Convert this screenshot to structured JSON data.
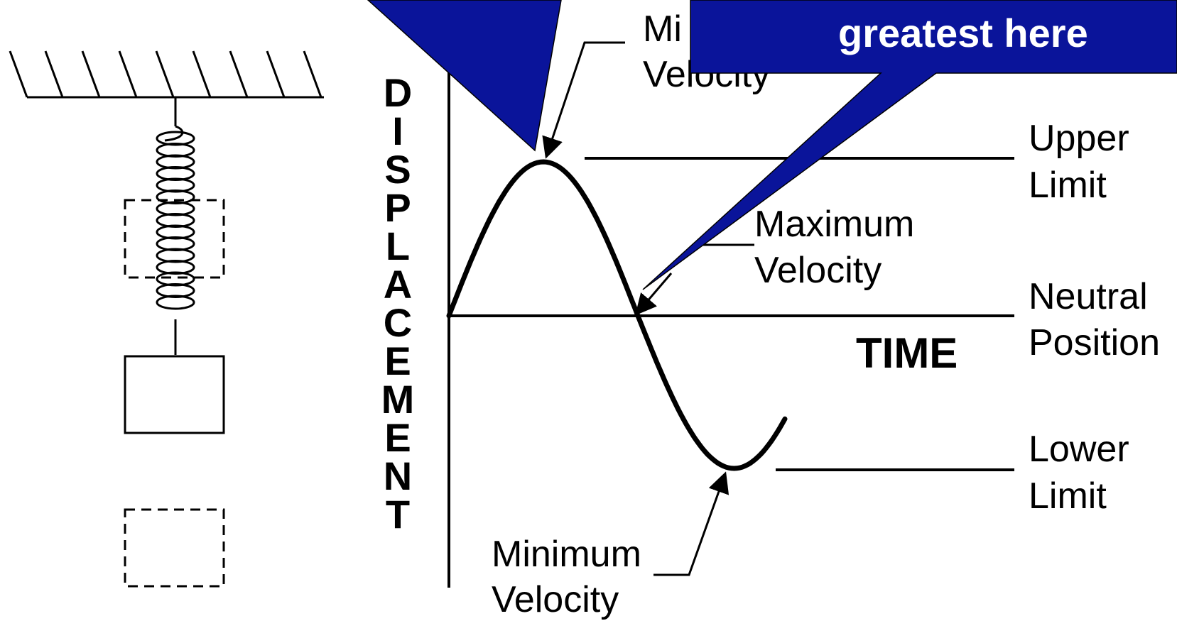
{
  "colors": {
    "callout_fill": "#0a149a",
    "callout_stroke": "#000000",
    "line": "#000000",
    "background": "#ffffff"
  },
  "callouts": {
    "right_text_partial": "greatest here"
  },
  "axis": {
    "y_label_letters": [
      "D",
      "I",
      "S",
      "P",
      "L",
      "A",
      "C",
      "E",
      "M",
      "E",
      "N",
      "T"
    ],
    "x_label": "TIME"
  },
  "labels": {
    "top_min_velocity_l1": "Mi",
    "top_min_velocity_l2": "Velocity",
    "upper_limit_l1": "Upper",
    "upper_limit_l2": "Limit",
    "max_velocity_l1": "Maximum",
    "max_velocity_l2": "Velocity",
    "neutral_l1": "Neutral",
    "neutral_l2": "Position",
    "lower_limit_l1": "Lower",
    "lower_limit_l2": "Limit",
    "bottom_min_velocity_l1": "Minimum",
    "bottom_min_velocity_l2": "Velocity"
  },
  "icons": {
    "spring": "spring-icon",
    "mass": "mass-block",
    "ceiling": "ceiling-hatch-icon"
  }
}
